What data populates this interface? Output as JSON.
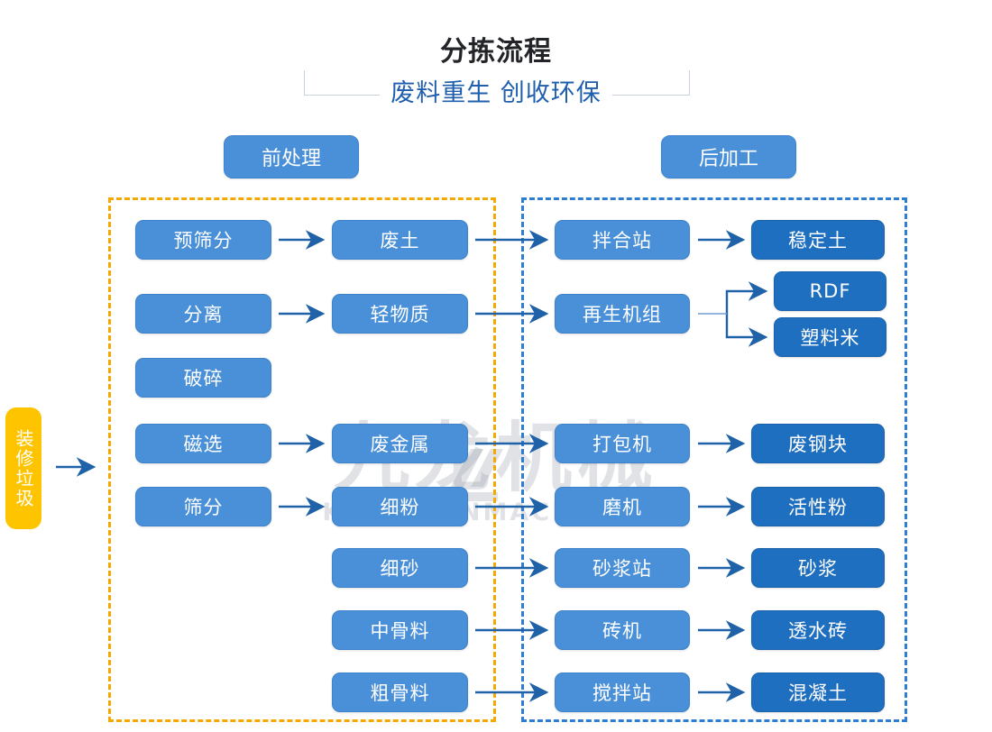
{
  "header": {
    "title": "分拣流程",
    "subtitle": "废料重生 创收环保"
  },
  "watermark": {
    "cn": "九龙机械",
    "en": "KOWLOONMACHINERY"
  },
  "zones": {
    "pre": {
      "label": "前处理",
      "color": "#f5a800"
    },
    "post": {
      "label": "后加工",
      "color": "#2d7dd2"
    }
  },
  "entry": {
    "label": "装修垃圾",
    "color": "#ffc400"
  },
  "colors": {
    "node_light": "#4a90d9",
    "node_dark": "#1f6fc0",
    "arrow": "#1f62a8",
    "title": "#222428",
    "subtitle": "#1f5fae"
  },
  "nodes": {
    "pre_process": [
      {
        "label": "预筛分"
      },
      {
        "label": "分离"
      },
      {
        "label": "破碎"
      },
      {
        "label": "磁选"
      },
      {
        "label": "筛分"
      }
    ],
    "materials": [
      {
        "label": "废土"
      },
      {
        "label": "轻物质"
      },
      {
        "label": "废金属"
      },
      {
        "label": "细粉"
      },
      {
        "label": "细砂"
      },
      {
        "label": "中骨料"
      },
      {
        "label": "粗骨料"
      }
    ],
    "machines": [
      {
        "label": "拌合站"
      },
      {
        "label": "再生机组"
      },
      {
        "label": "打包机"
      },
      {
        "label": "磨机"
      },
      {
        "label": "砂浆站"
      },
      {
        "label": "砖机"
      },
      {
        "label": "搅拌站"
      }
    ],
    "products": [
      {
        "label": "稳定土"
      },
      {
        "label": "RDF"
      },
      {
        "label": "塑料米"
      },
      {
        "label": "废钢块"
      },
      {
        "label": "活性粉"
      },
      {
        "label": "砂浆"
      },
      {
        "label": "透水砖"
      },
      {
        "label": "混凝土"
      }
    ]
  }
}
